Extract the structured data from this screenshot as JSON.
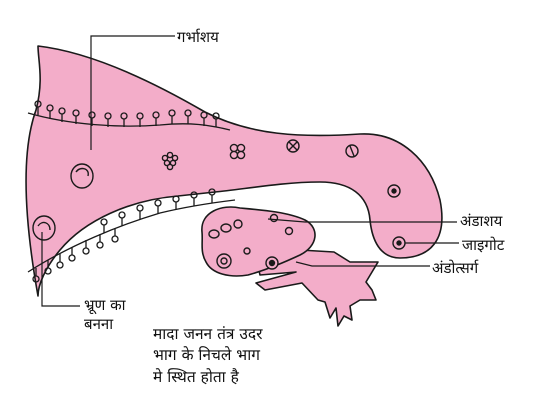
{
  "labels": {
    "uterus": "गर्भाशय",
    "ovary": "अंडाशय",
    "zygote": "जाइगोट",
    "ovulation": "अंडोत्सर्ग",
    "embryo_line1": "भ्रूण का",
    "embryo_line2": "बनना"
  },
  "caption": {
    "line1": "मादा जनन तंत्र उदर",
    "line2": "भाग के निचले भाग",
    "line3": "मे स्थित होता है"
  },
  "colors": {
    "tissue_fill": "#f3adc9",
    "outline": "#1a1a1a",
    "text": "#111111"
  }
}
